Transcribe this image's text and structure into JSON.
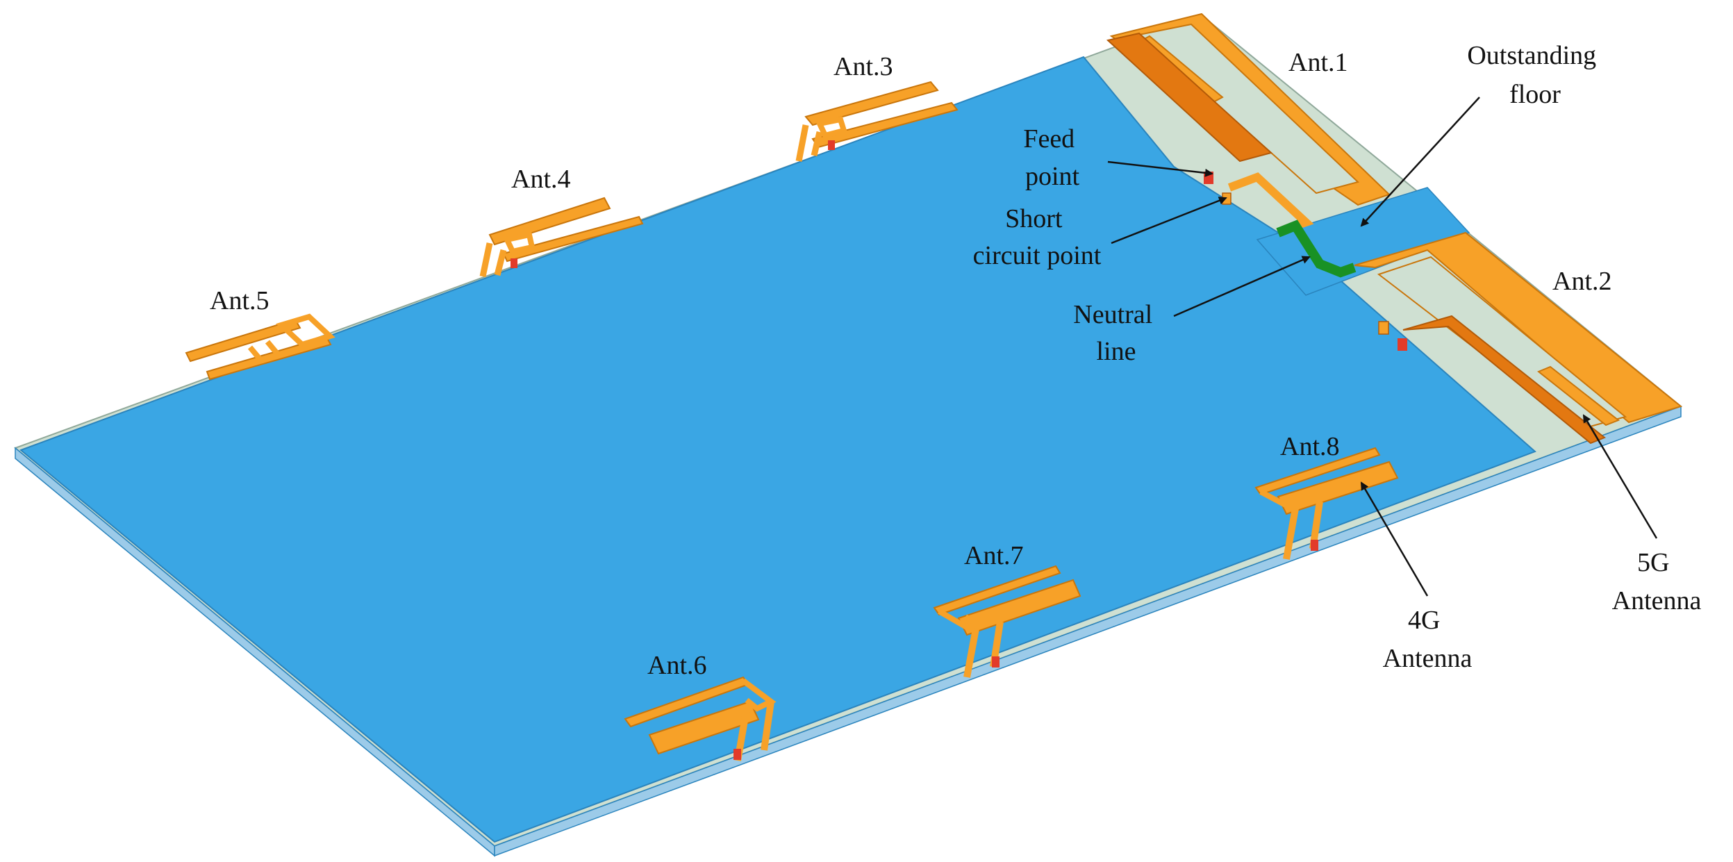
{
  "colors": {
    "background": "#ffffff",
    "ground_plane": "#3aa6e4",
    "ground_plane_edge": "#2a84bd",
    "substrate": "#cfe0d2",
    "antenna_copper": "#f7a128",
    "antenna_dark": "#e37811",
    "feed_point": "#e23b2a",
    "neutral_line": "#199124",
    "leader_line": "#111111"
  },
  "labels": {
    "ant1": "Ant.1",
    "ant2": "Ant.2",
    "ant3": "Ant.3",
    "ant4": "Ant.4",
    "ant5": "Ant.5",
    "ant6": "Ant.6",
    "ant7": "Ant.7",
    "ant8": "Ant.8",
    "feed_point": [
      "Feed",
      "point"
    ],
    "short_circuit_point": [
      "Short",
      "circuit point"
    ],
    "neutral_line": [
      "Neutral",
      "line"
    ],
    "outstanding_floor": [
      "Outstanding",
      "floor"
    ],
    "antenna_4g": [
      "4G",
      "Antenna"
    ],
    "antenna_5g": [
      "5G",
      "Antenna"
    ]
  }
}
